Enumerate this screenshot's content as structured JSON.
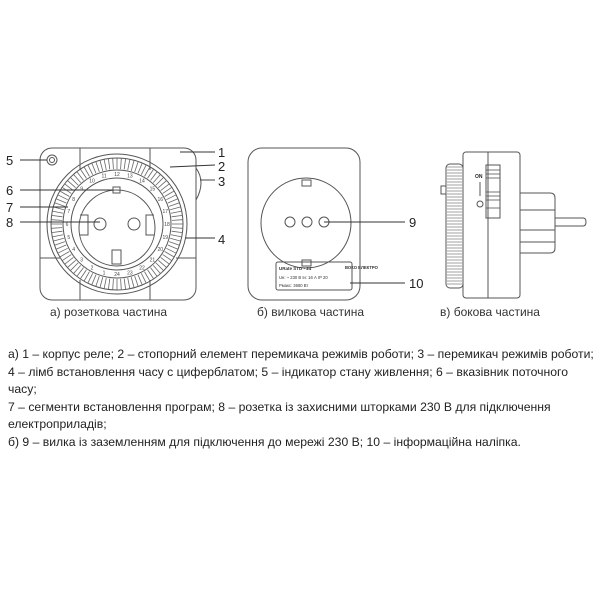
{
  "callouts": [
    "1",
    "2",
    "3",
    "4",
    "5",
    "6",
    "7",
    "8",
    "9",
    "10"
  ],
  "dial_hours": [
    "24",
    "1",
    "2",
    "3",
    "4",
    "5",
    "6",
    "7",
    "8",
    "9",
    "10",
    "11",
    "12",
    "13",
    "14",
    "15",
    "16",
    "17",
    "18",
    "19",
    "20",
    "21",
    "22",
    "23"
  ],
  "side_switch": {
    "on_label": "ON",
    "timer_icon": "clock-icon"
  },
  "sticker": {
    "model": "URate STD - 24",
    "ratings": "Uн: ~ 230 В Iн: 16 А   IP 20",
    "power": "Рмакс: 3680 Вт",
    "logo": "ВОКО ЕЛЕКТРО"
  },
  "captions": {
    "a": "а) розеткова частина",
    "b": "б) вилкова частина",
    "c": "в) бокова частина"
  },
  "description": [
    "а) 1 – корпус реле; 2 – стопорний елемент перемикача режимів роботи; 3 – перемикач режимів роботи;",
    "4 – лімб встановлення часу с циферблатом; 5 – індикатор стану живлення; 6 – вказівник поточного часу;",
    "7 – сегменти встановлення програм; 8 – розетка із захисними шторками 230 В для підключення електроприладів;",
    "б) 9 – вилка із заземленням для підключення до мережі 230 В; 10 – інформаційна наліпка."
  ]
}
